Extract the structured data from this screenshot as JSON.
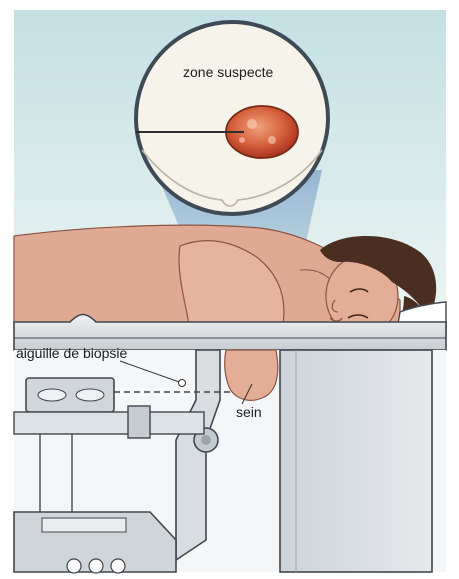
{
  "labels": {
    "suspicious_zone": "zone suspecte",
    "biopsy_needle": "aiguille de biopsie",
    "breast": "sein"
  },
  "colors": {
    "background_top": "#c4e1e4",
    "background_bottom": "#eaf4f3",
    "skin": "#e0ab96",
    "skin_shadow": "#b67d6a",
    "hair": "#4a2e20",
    "table": "#d5dadd",
    "table_outline": "#41474d",
    "lesion": "#c9482c",
    "callout_beam": "#8fb3d2"
  }
}
